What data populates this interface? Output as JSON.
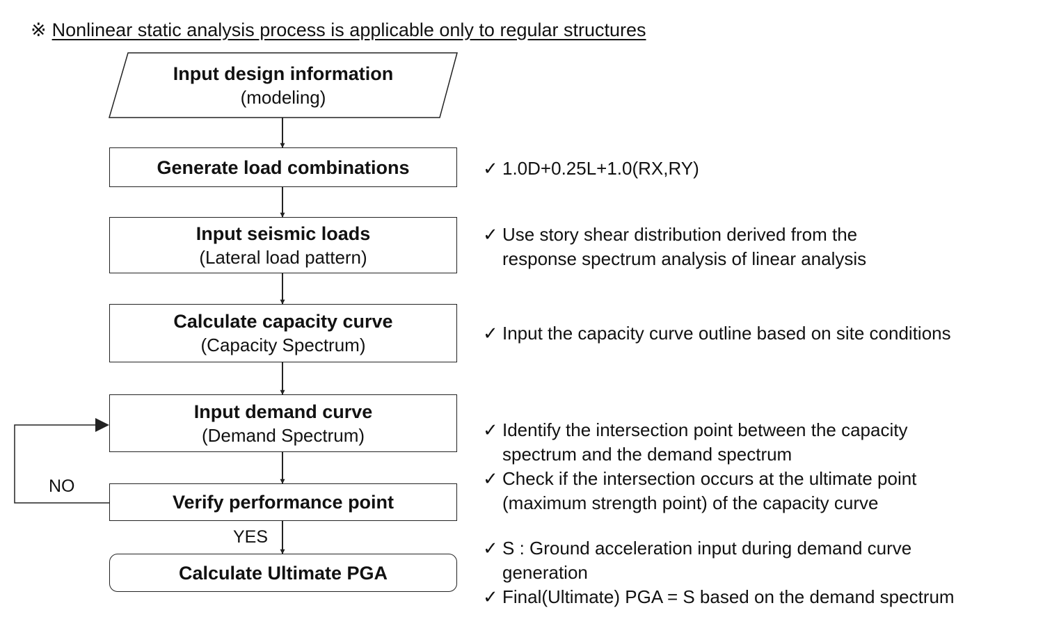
{
  "header_note": {
    "mark": "※",
    "text": "Nonlinear static analysis process is applicable only to regular structures"
  },
  "check_mark": "✓",
  "flow": {
    "input_design": {
      "title": "Input design information",
      "subtitle": "(modeling)"
    },
    "load_combinations": {
      "title": "Generate load combinations"
    },
    "seismic_loads": {
      "title": "Input seismic loads",
      "subtitle": "(Lateral load pattern)"
    },
    "capacity_curve": {
      "title": "Calculate capacity curve",
      "subtitle": "(Capacity Spectrum)"
    },
    "demand_curve": {
      "title": "Input demand curve",
      "subtitle": "(Demand Spectrum)"
    },
    "verify_point": {
      "title": "Verify performance point"
    },
    "ultimate_pga": {
      "title": "Calculate Ultimate PGA"
    },
    "no_label": "NO",
    "yes_label": "YES"
  },
  "notes": {
    "load_combo": [
      "1.0D+0.25L+1.0(RX,RY)"
    ],
    "seismic": [
      "Use story shear distribution derived from the",
      "response spectrum analysis of linear analysis"
    ],
    "capacity": [
      "Input the capacity curve outline based on site conditions"
    ],
    "intersection": [
      "Identify the intersection point between the capacity",
      "spectrum and the demand spectrum"
    ],
    "ultimate_check": [
      "Check if the intersection occurs at the ultimate point",
      "(maximum strength point) of the capacity curve"
    ],
    "ground_acc": [
      "S : Ground acceleration input during demand curve",
      "generation"
    ],
    "final_pga": [
      "Final(Ultimate) PGA = S based on the demand spectrum"
    ]
  }
}
